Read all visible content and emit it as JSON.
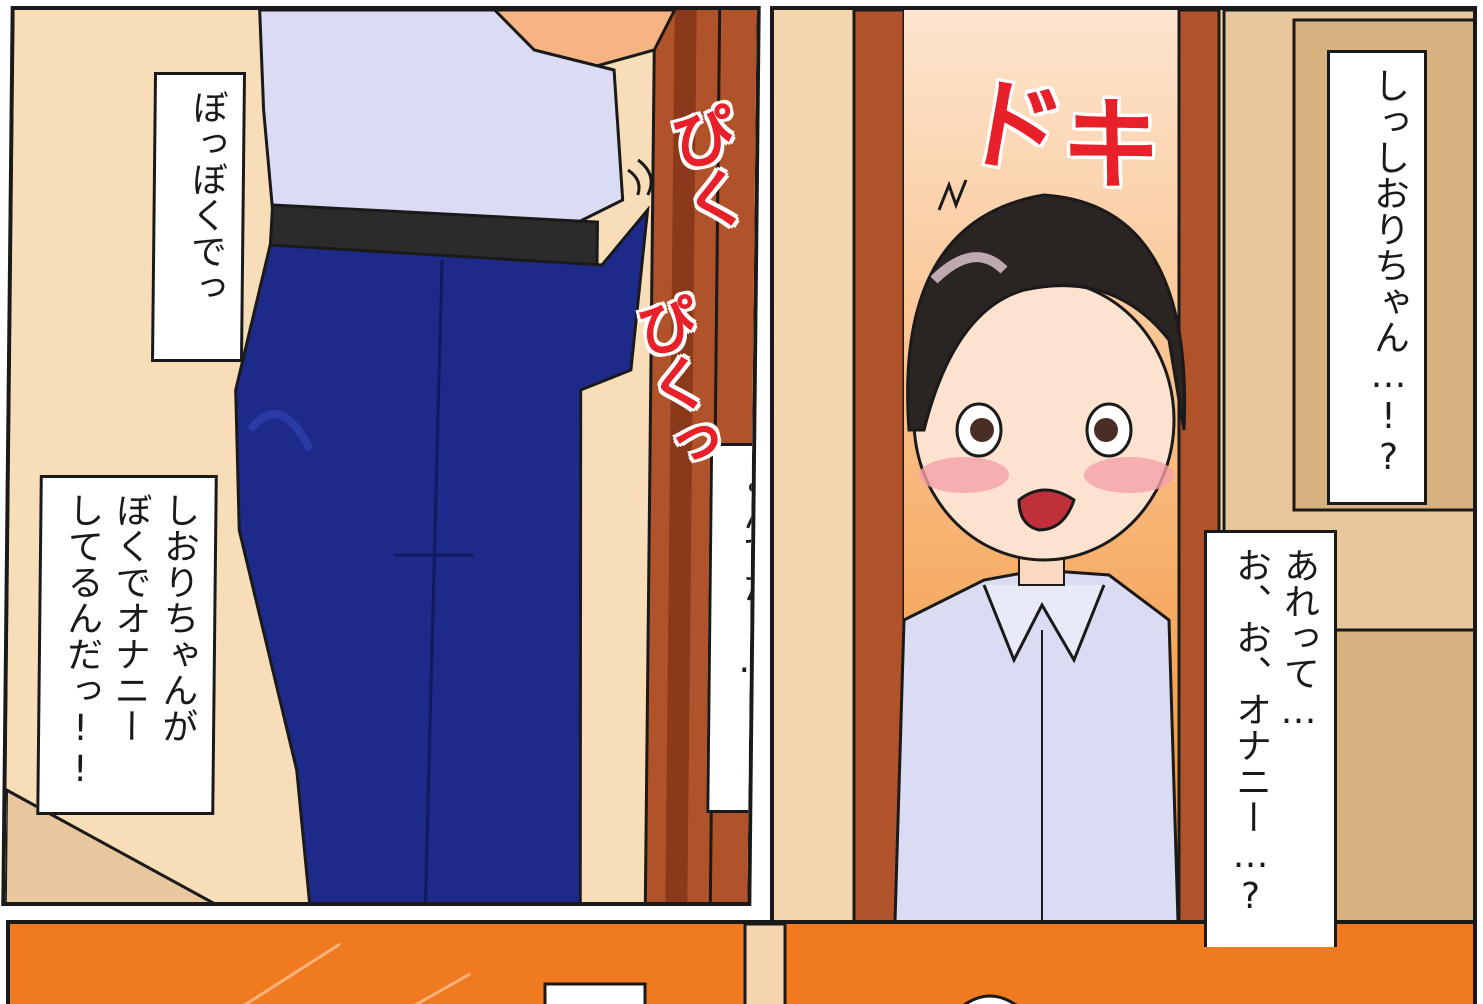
{
  "panels": {
    "left": {
      "bubbles": [
        "ぼっぼくでっ",
        "しおりちゃんが\nぼくでオナニー\nしてるんだっ!!",
        "ぼっぼくの名前っ\nよんでたっ…!"
      ],
      "sfx": [
        "ぴく",
        "ぴくっ"
      ]
    },
    "right": {
      "sfx": "ドキ",
      "bubbles": [
        "しっしおりちゃん…!?",
        "あれって…\nお、お、オナニー…?"
      ]
    }
  },
  "colors": {
    "wall": "#f7ddb8",
    "door_frame": "#b0532a",
    "pants": "#1d2a8a",
    "shirt": "#d9dcf2",
    "bottom_panel": "#f07a20",
    "sfx": "#e8202a"
  }
}
